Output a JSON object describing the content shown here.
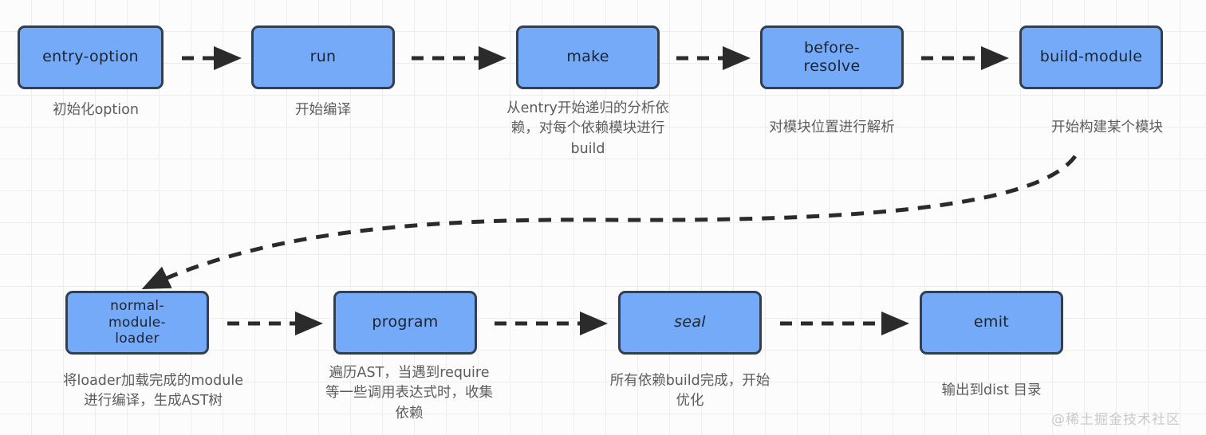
{
  "diagram": {
    "title": "webpack build lifecycle hooks flow",
    "colors": {
      "node_fill": "#74aaf7",
      "node_border": "#333f4f",
      "caption_text": "#5c5c5c",
      "arrow": "#2b2b2b",
      "grid_line": "#ededed",
      "background": "#fcfcfc",
      "watermark": "#c9c9c9"
    },
    "nodes": [
      {
        "id": "entry-option",
        "label": "entry-option",
        "caption": "初始化option",
        "italic": false
      },
      {
        "id": "run",
        "label": "run",
        "caption": "开始编译",
        "italic": false
      },
      {
        "id": "make",
        "label": "make",
        "caption": "从entry开始递归的分析依\n赖，对每个依赖模块进行\nbuild",
        "italic": false
      },
      {
        "id": "before-resolve",
        "label": "before-\nresolve",
        "caption": "对模块位置进行解析",
        "italic": false
      },
      {
        "id": "build-module",
        "label": "build-module",
        "caption": "开始构建某个模块",
        "italic": false
      },
      {
        "id": "normal-module-loader",
        "label": "normal-\nmodule-\nloader",
        "caption": "将loader加载完成的module\n进行编译，生成AST树",
        "italic": false
      },
      {
        "id": "program",
        "label": "program",
        "caption": "遍历AST，当遇到require\n等一些调用表达式时，收集\n依赖",
        "italic": false
      },
      {
        "id": "seal",
        "label": "seal",
        "caption": "所有依赖build完成，开始\n优化",
        "italic": true
      },
      {
        "id": "emit",
        "label": "emit",
        "caption": "输出到dist 目录",
        "italic": false
      }
    ],
    "edges": [
      {
        "from": "entry-option",
        "to": "run",
        "style": "dashed-arrow"
      },
      {
        "from": "run",
        "to": "make",
        "style": "dashed-arrow"
      },
      {
        "from": "make",
        "to": "before-resolve",
        "style": "dashed-arrow"
      },
      {
        "from": "before-resolve",
        "to": "build-module",
        "style": "dashed-arrow"
      },
      {
        "from": "build-module",
        "to": "normal-module-loader",
        "style": "dashed-curved-arrow"
      },
      {
        "from": "normal-module-loader",
        "to": "program",
        "style": "dashed-arrow"
      },
      {
        "from": "program",
        "to": "seal",
        "style": "dashed-arrow"
      },
      {
        "from": "seal",
        "to": "emit",
        "style": "dashed-arrow"
      }
    ],
    "watermark": "@稀土掘金技术社区"
  }
}
